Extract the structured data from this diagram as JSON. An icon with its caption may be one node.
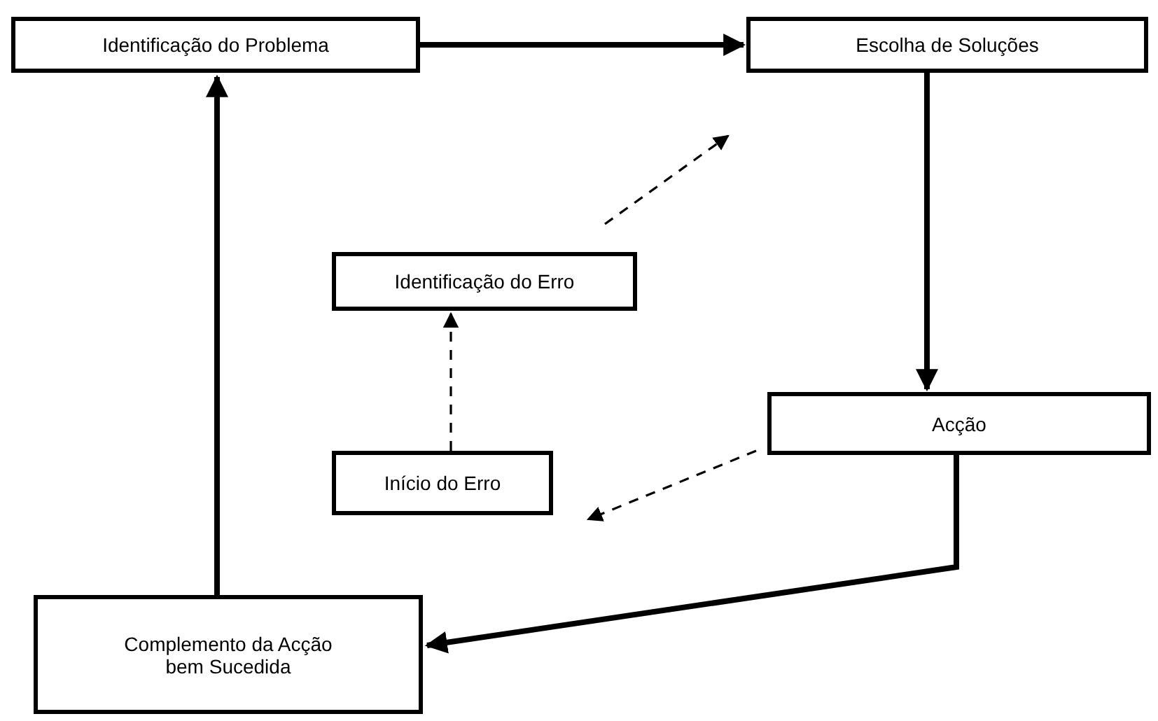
{
  "diagram": {
    "nodes": [
      {
        "text": [
          "Identificação do Problema"
        ]
      },
      {
        "text": [
          "Escolha de Soluções"
        ]
      },
      {
        "text": [
          "Identificação do Erro"
        ]
      },
      {
        "text": [
          "Acção"
        ]
      },
      {
        "text": [
          "Início do Erro"
        ]
      },
      {
        "text": [
          "Complemento da Acção bem Sucedida"
        ]
      }
    ],
    "edges": [
      {
        "from": 0,
        "to": 1,
        "arrow": "to"
      },
      {
        "from": 1,
        "to": 3,
        "arrow": "to"
      },
      {
        "from": 3,
        "to": 5,
        "arrow": "to"
      },
      {
        "from": 5,
        "to": 0,
        "arrow": "to"
      },
      {
        "from": 3,
        "to": 4,
        "arrow": "to",
        "style": "dashed"
      },
      {
        "from": 4,
        "to": 2,
        "arrow": "to",
        "style": "dashed"
      },
      {
        "from": 2,
        "to": 1,
        "arrow": "to",
        "style": "dashed"
      }
    ]
  }
}
